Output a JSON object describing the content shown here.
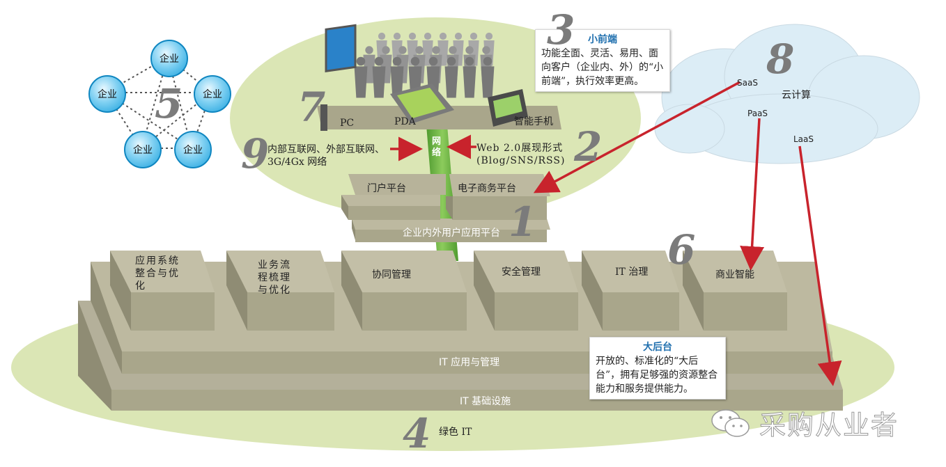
{
  "network": {
    "nodes": [
      "企业",
      "企业",
      "企业",
      "企业",
      "企业"
    ],
    "number": "5"
  },
  "front_end": {
    "number": "3",
    "title": "小前端",
    "description": "功能全面、灵活、易用、面向客户（企业内、外）的“小前端”，执行效率更高。",
    "devices": {
      "pc": "PC",
      "pda": "PDA",
      "phone": "智能手机"
    },
    "devices_number": "7",
    "network_pipe": "网络",
    "networks_number": "9",
    "networks": "内部互联网、外部互联网、3G/4Gx 网络",
    "web_number": "2",
    "web": "Web 2.0展现形式 (Blog/SNS/RSS)"
  },
  "platform": {
    "number": "1",
    "portal": "门户平台",
    "ecommerce": "电子商务平台",
    "base": "企业内外用户应用平台"
  },
  "cloud": {
    "number": "8",
    "title": "云计算",
    "saas": "SaaS",
    "paas": "PaaS",
    "laas": "LaaS"
  },
  "back_end": {
    "number": "6",
    "modules": [
      "应用系统整合与优化",
      "业务流程梳理与优化",
      "协同管理",
      "安全管理",
      "IT 治理",
      "商业智能"
    ],
    "it_app": "IT 应用与管理",
    "it_infra": "IT 基础设施",
    "box_title": "大后台",
    "box_text": "开放的、标准化的“大后台”，拥有足够强的资源整合能力和服务提供能力。"
  },
  "green": {
    "number": "4",
    "label": "绿色 IT"
  },
  "watermark": "采购从业者",
  "colors": {
    "platform": "#a9a68b",
    "platform_top": "#bdb9a0",
    "oval": "#dbe6b5",
    "pipe": "#6cb043",
    "arrow": "#c8232c",
    "accent": "#1f6fae"
  }
}
